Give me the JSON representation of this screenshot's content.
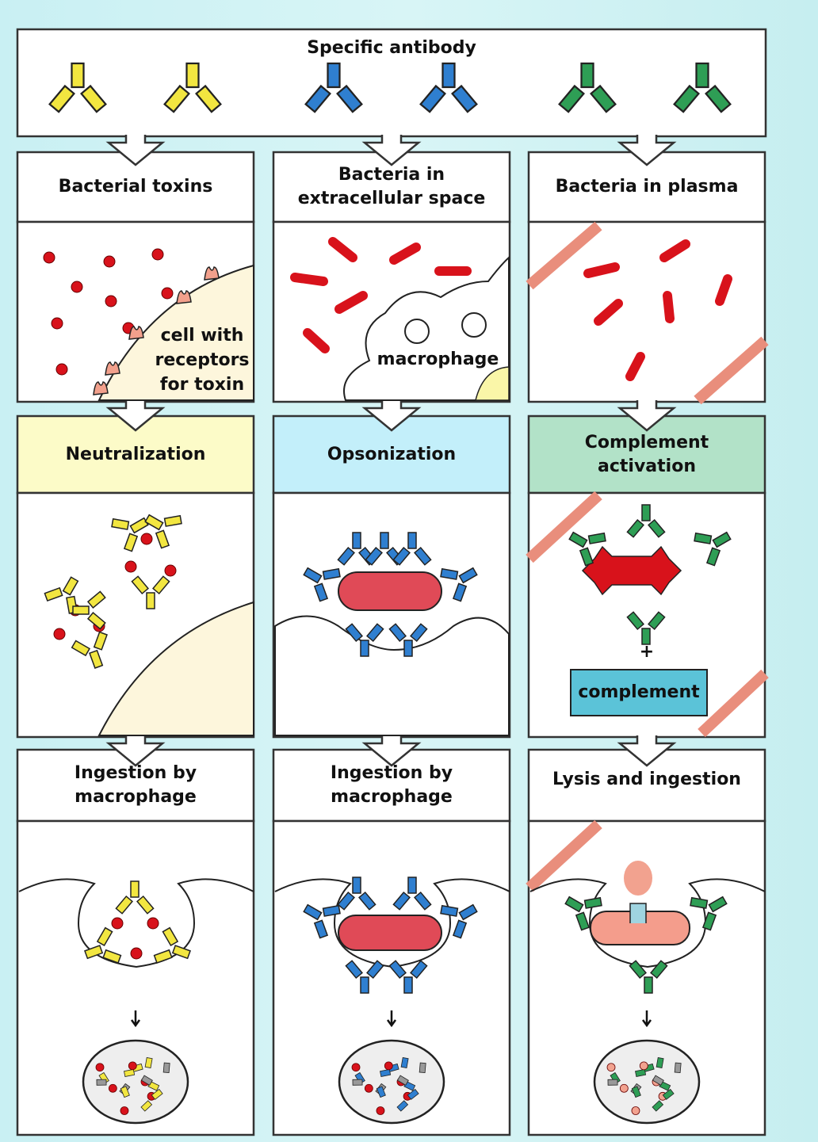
{
  "title": "Specific antibody",
  "colors": {
    "yellow": "#f2e640",
    "blue": "#2f7fd0",
    "green": "#2e9e55",
    "bacteria": "#d8121b",
    "neutral_bg": "#fcfbc8",
    "opson_bg": "#c3effa",
    "complement_bg": "#b2e2c8",
    "complement_box": "#5bc3d8"
  },
  "columns": [
    {
      "target": "Bacterial toxins",
      "target_note": "cell with receptors for toxin",
      "mechanism": "Neutralization",
      "outcome": "Ingestion by macrophage"
    },
    {
      "target": "Bacteria in extracellular space",
      "target_note": "macrophage",
      "mechanism": "Opsonization",
      "outcome": "Ingestion by macrophage"
    },
    {
      "target": "Bacteria in plasma",
      "target_note": "",
      "mechanism": "Complement activation",
      "plus": "+",
      "complement_label": "complement",
      "outcome": "Lysis and ingestion"
    }
  ]
}
